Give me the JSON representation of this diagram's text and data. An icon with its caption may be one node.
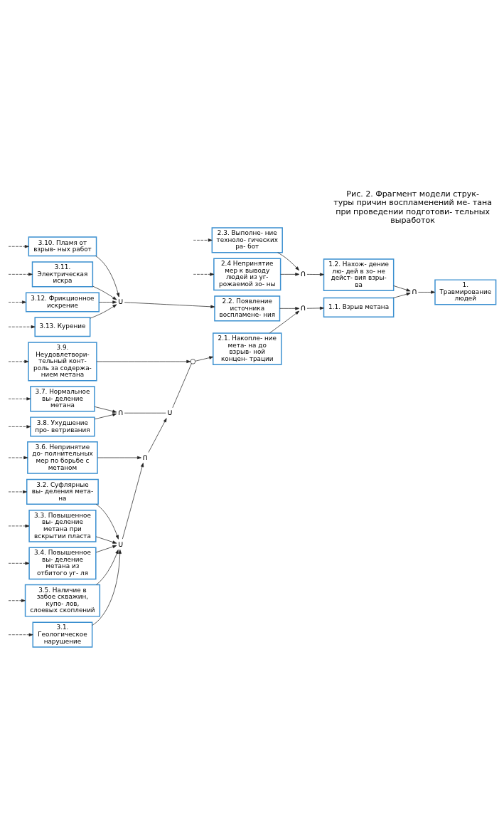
{
  "diagram": {
    "caption": "Рис. 2. Фрагмент модели струк- туры причин воспламенений ме- тана при проведении подготови- тельных выработок",
    "nodes": [
      {
        "text": [
          "3.1. Геологическое нарушение"
        ]
      },
      {
        "text": [
          "3.2. Суфлярные вы- деления мета- на"
        ]
      },
      {
        "text": [
          "3.3. Повышенное вы- деление метана при вскрытии пласта"
        ]
      },
      {
        "text": [
          "∪"
        ]
      },
      {
        "text": [
          "3.4. Повышенное вы- деление метана из отбитого уг- ля"
        ]
      },
      {
        "text": [
          "3.5. Наличие в забое скважин, купо- лов, слоевых скоплений"
        ]
      },
      {
        "text": [
          "3.6. Непринятие до- полнительных мер по борьбе с метаном"
        ]
      },
      {
        "text": [
          "∩"
        ]
      },
      {
        "text": [
          "2.1. Накопле- ние мета- на до взрыв- ной концен- трации"
        ]
      },
      {
        "text": [
          "3.7. Нормальное вы- деление метана"
        ]
      },
      {
        "text": [
          "∩"
        ]
      },
      {
        "text": [
          "∪"
        ]
      },
      {
        "text": [],
        "shape": "circle"
      },
      {
        "text": [
          "3.8. Ухудшение про- ветривания"
        ]
      },
      {
        "text": [
          "3.9. Неудовлетвори- тельный конт- роль за содержа- нием метана"
        ]
      },
      {
        "text": [
          "∩"
        ]
      },
      {
        "text": [
          "1.1. Взрыв метана"
        ]
      },
      {
        "text": [
          "1. Травмирование людей"
        ]
      },
      {
        "text": [
          "3.10. Пламя от взрыв- ных работ"
        ]
      },
      {
        "text": [
          "3.11. Электрическая искра"
        ]
      },
      {
        "text": [
          "∪"
        ]
      },
      {
        "text": [
          "2.2. Появление источника воспламене- ния"
        ]
      },
      {
        "text": [
          "∩"
        ]
      },
      {
        "text": [
          "3.12. Фрикционное искрение"
        ]
      },
      {
        "text": [
          "3.13. Курение"
        ]
      },
      {
        "text": [
          "2.3. Выполне- ние техноло- гических ра- бот"
        ]
      },
      {
        "text": [
          "∩"
        ]
      },
      {
        "text": [
          "1.2. Нахож- дение лю- дей в зо- не дейст- вия взры- ва"
        ]
      },
      {
        "text": [
          "2.4 Непринятие мер к выводу людей из уг- рожаемой зо- ны"
        ]
      }
    ],
    "edges": [
      {
        "from": null,
        "to": 0,
        "arrow": "to",
        "style": "dashed"
      },
      {
        "from": null,
        "to": 1,
        "arrow": "to",
        "style": "dashed"
      },
      {
        "from": null,
        "to": 2,
        "arrow": "to",
        "style": "dashed"
      },
      {
        "from": null,
        "to": 4,
        "arrow": "to",
        "style": "dashed"
      },
      {
        "from": null,
        "to": 5,
        "arrow": "to",
        "style": "dashed"
      },
      {
        "from": null,
        "to": 6,
        "arrow": "to",
        "style": "dashed"
      },
      {
        "from": null,
        "to": 9,
        "arrow": "to",
        "style": "dashed"
      },
      {
        "from": null,
        "to": 13,
        "arrow": "to",
        "style": "dashed"
      },
      {
        "from": null,
        "to": 14,
        "arrow": "to",
        "style": "dashed"
      },
      {
        "from": null,
        "to": 18,
        "arrow": "to",
        "style": "dashed"
      },
      {
        "from": null,
        "to": 19,
        "arrow": "to",
        "style": "dashed"
      },
      {
        "from": null,
        "to": 23,
        "arrow": "to",
        "style": "dashed"
      },
      {
        "from": null,
        "to": 24,
        "arrow": "to",
        "style": "dashed"
      },
      {
        "from": null,
        "to": 25,
        "arrow": "to",
        "style": "dashed"
      },
      {
        "from": null,
        "to": 28,
        "arrow": "to",
        "style": "dashed"
      },
      {
        "from": 0,
        "to": 3,
        "arrow": "to"
      },
      {
        "from": 1,
        "to": 3,
        "arrow": "to"
      },
      {
        "from": 2,
        "to": 3,
        "arrow": "to"
      },
      {
        "from": 4,
        "to": 3,
        "arrow": "to"
      },
      {
        "from": 5,
        "to": 3,
        "arrow": "to"
      },
      {
        "from": 3,
        "to": 7,
        "arrow": "to"
      },
      {
        "from": 6,
        "to": 7,
        "arrow": "to"
      },
      {
        "from": 7,
        "to": 11,
        "arrow": "to"
      },
      {
        "from": 9,
        "to": 10,
        "arrow": "to"
      },
      {
        "from": 13,
        "to": 10,
        "arrow": "to"
      },
      {
        "from": 10,
        "to": 11,
        "arrow": "none"
      },
      {
        "from": 11,
        "to": 12,
        "arrow": "none"
      },
      {
        "from": 14,
        "to": 12,
        "arrow": "to"
      },
      {
        "from": 12,
        "to": 8,
        "arrow": "to"
      },
      {
        "from": 18,
        "to": 20,
        "arrow": "to"
      },
      {
        "from": 19,
        "to": 20,
        "arrow": "to"
      },
      {
        "from": 23,
        "to": 20,
        "arrow": "to"
      },
      {
        "from": 24,
        "to": 20,
        "arrow": "to"
      },
      {
        "from": 20,
        "to": 21,
        "arrow": "to"
      },
      {
        "from": 8,
        "to": 15,
        "arrow": "to"
      },
      {
        "from": 21,
        "to": 15,
        "arrow": "to"
      },
      {
        "from": 15,
        "to": 16,
        "arrow": "to"
      },
      {
        "from": 25,
        "to": 26,
        "arrow": "to"
      },
      {
        "from": 28,
        "to": 26,
        "arrow": "to"
      },
      {
        "from": 26,
        "to": 27,
        "arrow": "to"
      },
      {
        "from": 16,
        "to": 22,
        "arrow": "to"
      },
      {
        "from": 27,
        "to": 22,
        "arrow": "to"
      },
      {
        "from": 22,
        "to": 17,
        "arrow": "to"
      }
    ]
  }
}
